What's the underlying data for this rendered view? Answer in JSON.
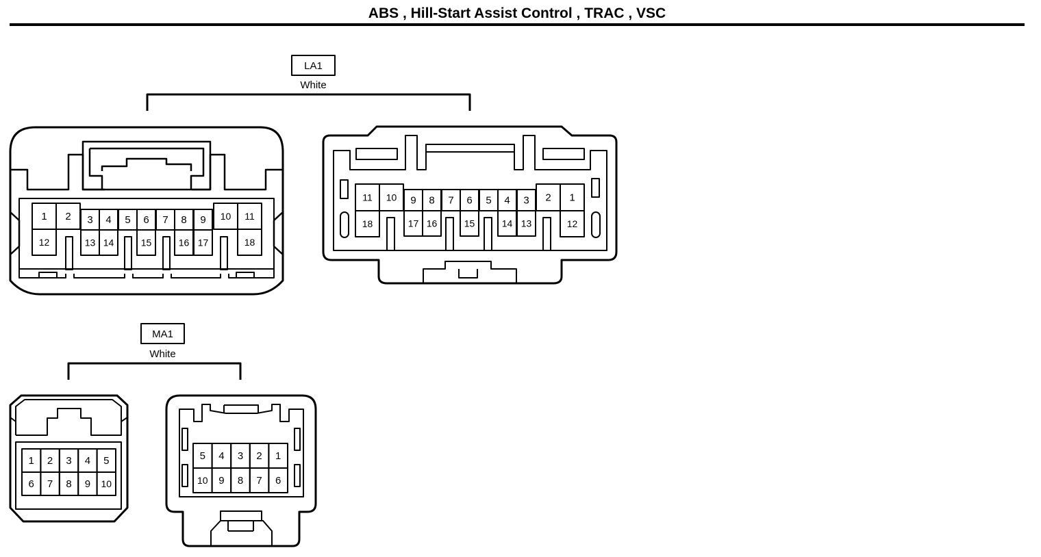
{
  "title": "ABS , Hill-Start Assist Control , TRAC , VSC",
  "connectors": [
    {
      "id": "LA1",
      "color": "White",
      "views": [
        {
          "name": "la1-harness-side",
          "row1": [
            "1",
            "2",
            "3",
            "4",
            "5",
            "6",
            "7",
            "8",
            "9",
            "10",
            "11"
          ],
          "row2": [
            "12",
            "13",
            "14",
            "15",
            "16",
            "17",
            "18"
          ]
        },
        {
          "name": "la1-component-side",
          "row1": [
            "11",
            "10",
            "9",
            "8",
            "7",
            "6",
            "5",
            "4",
            "3",
            "2",
            "1"
          ],
          "row2": [
            "18",
            "17",
            "16",
            "15",
            "14",
            "13",
            "12"
          ]
        }
      ]
    },
    {
      "id": "MA1",
      "color": "White",
      "views": [
        {
          "name": "ma1-harness-side",
          "row1": [
            "1",
            "2",
            "3",
            "4",
            "5"
          ],
          "row2": [
            "6",
            "7",
            "8",
            "9",
            "10"
          ]
        },
        {
          "name": "ma1-component-side",
          "row1": [
            "5",
            "4",
            "3",
            "2",
            "1"
          ],
          "row2": [
            "10",
            "9",
            "8",
            "7",
            "6"
          ]
        }
      ]
    }
  ]
}
